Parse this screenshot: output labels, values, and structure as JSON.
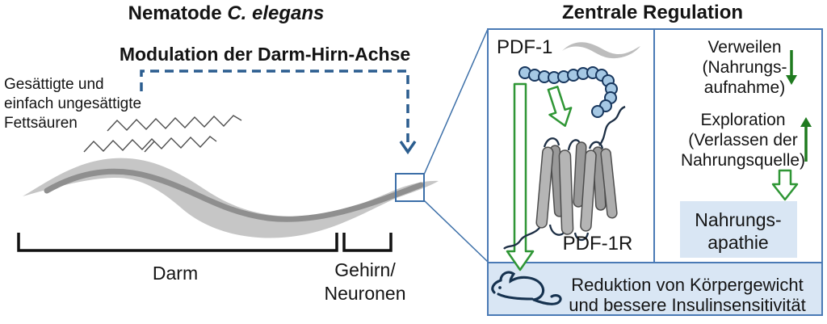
{
  "colors": {
    "green_solid": "#1f7a1f",
    "green_outline": "#2f9635",
    "panel_blue": "#4a7ab5",
    "light_blue": "#d9e6f4",
    "dashed_blue": "#2b5d8f",
    "zoom_blue": "#3c6fa8",
    "dark_navy": "#16324f",
    "worm_gray": "#c6c6c6",
    "worm_gut_gray": "#8f8f8f"
  },
  "left": {
    "title_prefix": "Nematode ",
    "title_species": "C. elegans",
    "modulation_label": "Modulation der Darm-Hirn-Achse",
    "fatty_acids": [
      "Gesättigte und",
      "einfach ungesättigte",
      "Fettsäuren"
    ],
    "darm_label": "Darm",
    "gehirn_lines": [
      "Gehirn/",
      "Neuronen"
    ]
  },
  "right": {
    "title": "Zentrale Regulation",
    "pdf1_label": "PDF-1",
    "pdf1r_label": "PDF-1R",
    "verweilen_lines": [
      "Verweilen",
      "(Nahrungs-",
      "aufnahme)"
    ],
    "exploration_lines": [
      "Exploration",
      "(Verlassen der",
      "Nahrungsquelle)"
    ],
    "apathie_lines": [
      "Nahrungs-",
      "apathie"
    ],
    "outcome_lines": [
      "Reduktion von Körpergewicht",
      "und bessere Insulinsensitivität"
    ]
  }
}
